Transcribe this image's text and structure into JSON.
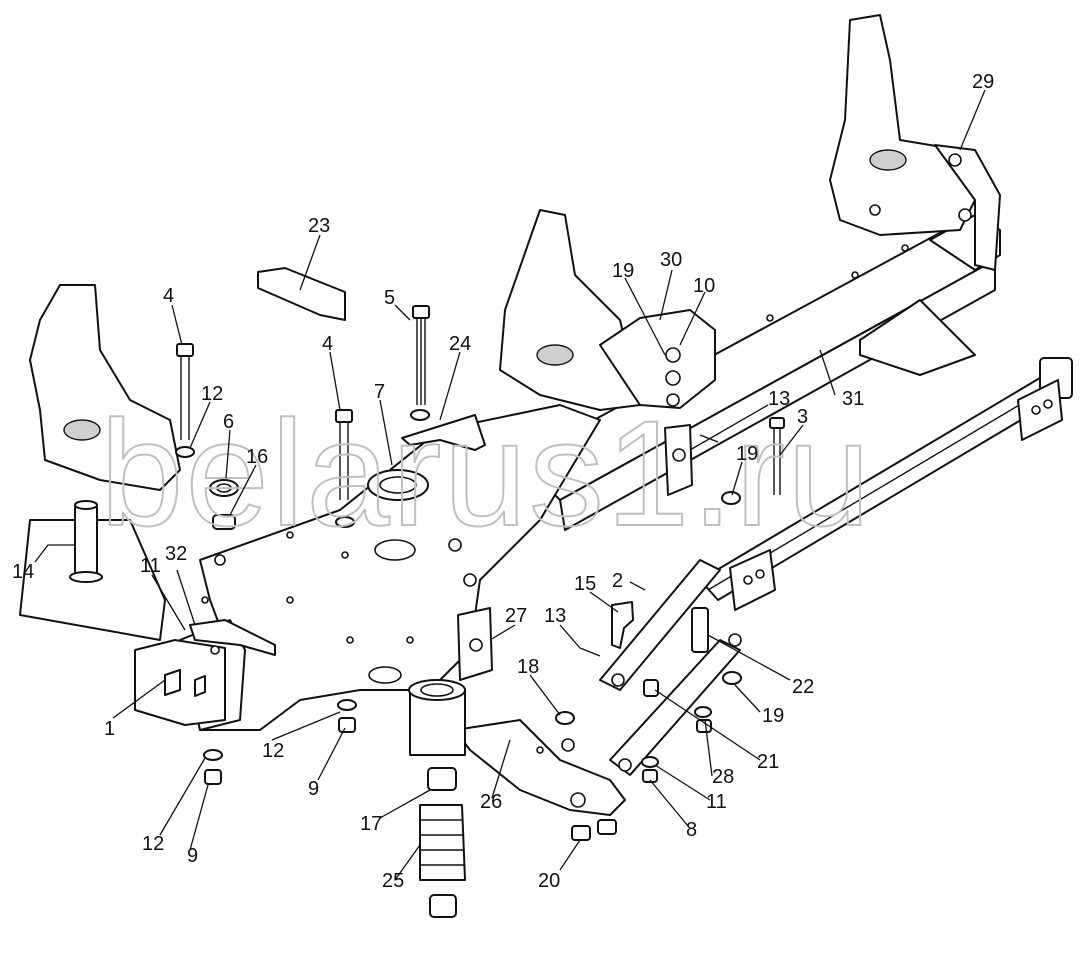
{
  "watermark": "belarus1.ru",
  "callouts": [
    {
      "id": "c-29",
      "label": "29"
    },
    {
      "id": "c-30",
      "label": "30"
    },
    {
      "id": "c-19a",
      "label": "19"
    },
    {
      "id": "c-10",
      "label": "10"
    },
    {
      "id": "c-31",
      "label": "31"
    },
    {
      "id": "c-23",
      "label": "23"
    },
    {
      "id": "c-5",
      "label": "5"
    },
    {
      "id": "c-24",
      "label": "24"
    },
    {
      "id": "c-4a",
      "label": "4"
    },
    {
      "id": "c-4b",
      "label": "4"
    },
    {
      "id": "c-7",
      "label": "7"
    },
    {
      "id": "c-12a",
      "label": "12"
    },
    {
      "id": "c-6",
      "label": "6"
    },
    {
      "id": "c-16",
      "label": "16"
    },
    {
      "id": "c-13a",
      "label": "13"
    },
    {
      "id": "c-3",
      "label": "3"
    },
    {
      "id": "c-19b",
      "label": "19"
    },
    {
      "id": "c-14",
      "label": "14"
    },
    {
      "id": "c-11a",
      "label": "11"
    },
    {
      "id": "c-32",
      "label": "32"
    },
    {
      "id": "c-15",
      "label": "15"
    },
    {
      "id": "c-2",
      "label": "2"
    },
    {
      "id": "c-27",
      "label": "27"
    },
    {
      "id": "c-13b",
      "label": "13"
    },
    {
      "id": "c-22",
      "label": "22"
    },
    {
      "id": "c-18",
      "label": "18"
    },
    {
      "id": "c-19c",
      "label": "19"
    },
    {
      "id": "c-1",
      "label": "1"
    },
    {
      "id": "c-12b",
      "label": "12"
    },
    {
      "id": "c-21",
      "label": "21"
    },
    {
      "id": "c-28",
      "label": "28"
    },
    {
      "id": "c-9a",
      "label": "9"
    },
    {
      "id": "c-26",
      "label": "26"
    },
    {
      "id": "c-11b",
      "label": "11"
    },
    {
      "id": "c-17",
      "label": "17"
    },
    {
      "id": "c-8",
      "label": "8"
    },
    {
      "id": "c-12c",
      "label": "12"
    },
    {
      "id": "c-9b",
      "label": "9"
    },
    {
      "id": "c-25",
      "label": "25"
    },
    {
      "id": "c-20",
      "label": "20"
    }
  ]
}
